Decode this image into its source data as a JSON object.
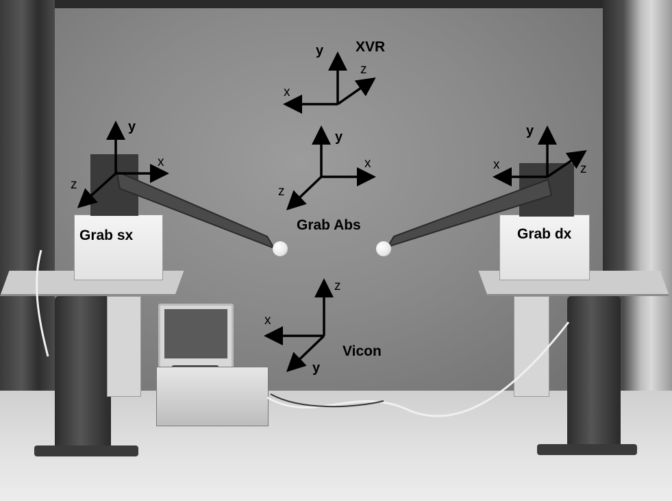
{
  "labels": {
    "xvr": "XVR",
    "grab_abs": "Grab Abs",
    "grab_sx": "Grab sx",
    "grab_dx": "Grab dx",
    "vicon": "Vicon"
  },
  "axes": {
    "xvr": {
      "x": "x",
      "y": "y",
      "z": "z"
    },
    "grab_abs": {
      "x": "x",
      "y": "y",
      "z": "z"
    },
    "grab_sx": {
      "x": "x",
      "y": "y",
      "z": "z"
    },
    "grab_dx": {
      "x": "x",
      "y": "y",
      "z": "z"
    },
    "vicon": {
      "x": "x",
      "y": "y",
      "z": "z"
    }
  },
  "colors": {
    "arrow": "#000000",
    "background_wall": "#8a8a8a",
    "floor": "#e0e0e0"
  }
}
